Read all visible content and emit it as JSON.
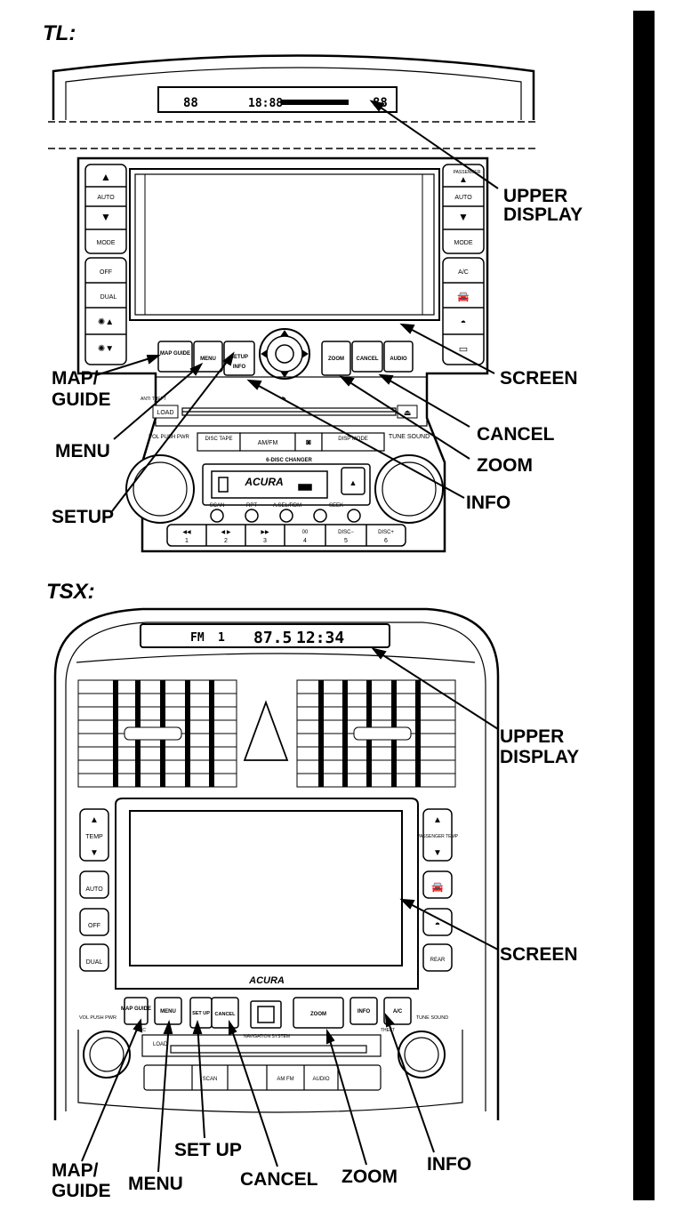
{
  "sections": {
    "tl": {
      "title": "TL:",
      "callouts": {
        "upper_display": [
          "UPPER",
          "DISPLAY"
        ],
        "screen": "SCREEN",
        "map_guide": [
          "MAP/",
          "GUIDE"
        ],
        "menu": "MENU",
        "setup": "SETUP",
        "cancel": "CANCEL",
        "zoom": "ZOOM",
        "info": "INFO"
      },
      "buttons": {
        "auto": "AUTO",
        "mode": "MODE",
        "off": "OFF",
        "dual": "DUAL",
        "ac": "A/C",
        "passenger": "PASSENGER",
        "map_guide": "MAP GUIDE",
        "menu": "MENU",
        "setup": "SETUP",
        "info": "INFO",
        "zoom": "ZOOM",
        "cancel": "CANCEL",
        "audio": "AUDIO",
        "load": "LOAD",
        "disc_tape": "DISC TAPE",
        "am_fm": "AM/FM",
        "disp_mode": "DISP MODE",
        "vol_pwr": "VOL PUSH PWR",
        "tune_sound": "TUNE SOUND",
        "changer": "6-DISC CHANGER",
        "brand": "ACURA",
        "scan": "SCAN",
        "rpt": "RPT",
        "auto_select": "A.SEL/RDM",
        "seek": "SEEK",
        "presets": [
          "1",
          "2",
          "3",
          "4",
          "5",
          "6"
        ],
        "preset_marks": [
          "◀◀",
          "◀ ▶",
          "▶▶",
          "00",
          "DISC−",
          "DISC+"
        ],
        "auto_theft": "ANTI THEFT",
        "upper_lcd": [
          "88",
          "18:88",
          "88"
        ]
      }
    },
    "tsx": {
      "title": "TSX:",
      "callouts": {
        "upper_display": [
          "UPPER",
          "DISPLAY"
        ],
        "screen": "SCREEN",
        "map_guide": [
          "MAP/",
          "GUIDE"
        ],
        "menu": "MENU",
        "setup": "SET UP",
        "cancel": "CANCEL",
        "zoom": "ZOOM",
        "info": "INFO"
      },
      "buttons": {
        "lcd_band": "FM",
        "lcd_preset": "1",
        "lcd_freq": "87.5",
        "lcd_clock": "12:34",
        "temp": "TEMP",
        "passenger_temp": "PASSENGER TEMP",
        "auto": "AUTO",
        "off": "OFF",
        "dual": "DUAL",
        "rear": "REAR",
        "brand": "ACURA",
        "map_guide": "MAP GUIDE",
        "menu": "MENU",
        "setup": "SET UP",
        "cancel": "CANCEL",
        "zoom": "ZOOM",
        "info": "INFO",
        "ac": "A/C",
        "vol_pwr": "VOL PUSH PWR",
        "tune_sound": "TUNE SOUND",
        "nav_system": "NAVIGATION SYSTEM",
        "disc": "DISC",
        "theft": "THEFT",
        "load": "LOAD",
        "scan": "SCAN",
        "am_fm": "AM FM",
        "audio": "AUDIO"
      }
    }
  }
}
